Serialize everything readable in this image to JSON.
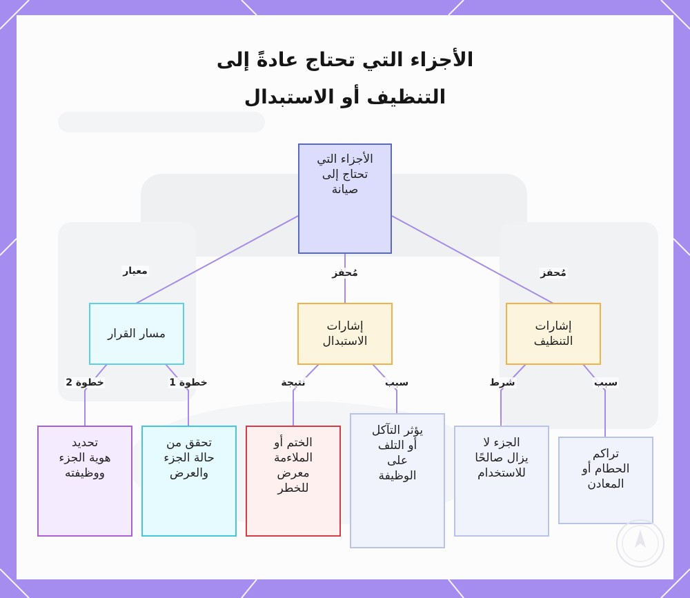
{
  "title": {
    "line1": "الأجزاء التي تحتاج عادةً إلى",
    "line2": "التنظيف أو الاستبدال"
  },
  "nodes": {
    "root": "الأجزاء التي\nتحتاج إلى\nصيانة",
    "decision_path": "مسار القرار",
    "replacement_signs": "إشارات\nالاستبدال",
    "cleaning_signs": "إشارات\nالتنظيف",
    "identify_part": "تحديد\nهوية الجزء\nووظيفته",
    "check_condition": "تحقق من\nحالة الجزء\nوالعرض",
    "seal_compromised": "الختم أو\nالملاءمة\nمعرض\nللخطر",
    "corrosion_damage": "يؤثر التآكل\nأو التلف\nعلى\nالوظيفة",
    "part_usable": "الجزء لا\nيزال صالحًا\nللاستخدام",
    "debris_buildup": "تراكم\nالحطام أو\nالمعادن"
  },
  "labels": {
    "criterion": "معيار",
    "trigger_mid": "مُحفز",
    "trigger_right": "مُحفز",
    "step2": "خطوة 2",
    "step1": "خطوة 1",
    "result": "نتيجة",
    "cause_mid": "سبب",
    "condition": "شرط",
    "cause_right": "سبب"
  },
  "colors": {
    "frame": "#a58df0",
    "connector": "#a68be6",
    "root_fill": "#dcdcfd",
    "root_border": "#5b6ab8",
    "decision_fill": "#e9fbff",
    "decision_border": "#5fcde6",
    "signs_fill": "#fdf4dd",
    "signs_border": "#f0b24a",
    "purple_fill": "#f5ebff",
    "purple_border": "#a95fd8",
    "cyan_fill": "#e6fbff",
    "cyan_border": "#45c6de",
    "red_fill": "#fff0f0",
    "red_border": "#d93a48",
    "grey_fill": "#f1f3fc",
    "grey_border": "#b9c2e8"
  },
  "icons": {
    "watermark": "brand-logo-icon"
  }
}
